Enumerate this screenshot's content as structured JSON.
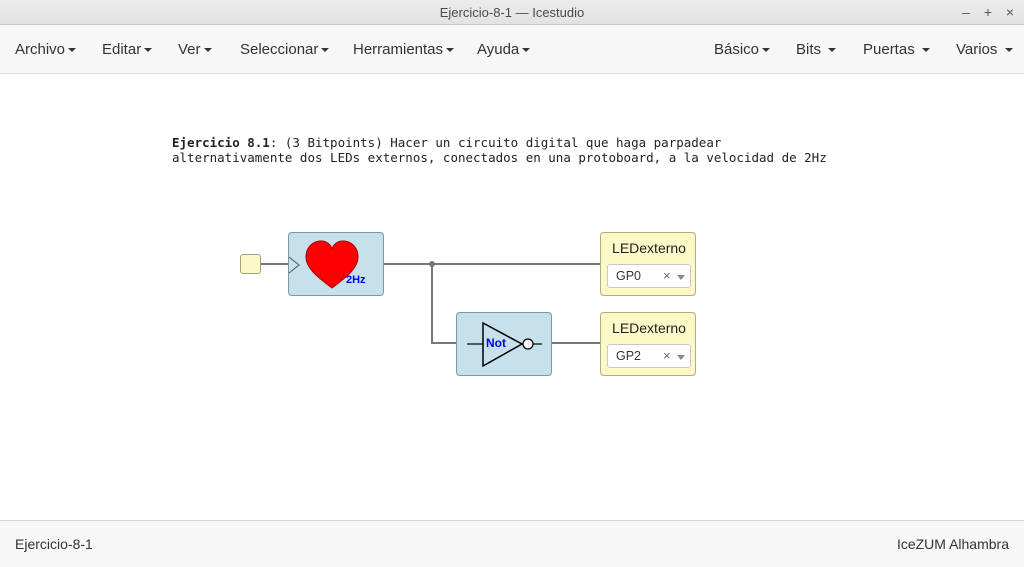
{
  "window": {
    "title": "Ejercicio-8-1 — Icestudio",
    "minimize": "–",
    "maximize": "+",
    "close": "×"
  },
  "menubar": {
    "left": [
      {
        "label": "Archivo"
      },
      {
        "label": "Editar"
      },
      {
        "label": "Ver"
      },
      {
        "label": "Seleccionar"
      },
      {
        "label": "Herramientas"
      },
      {
        "label": "Ayuda"
      }
    ],
    "right": [
      {
        "label": "Básico"
      },
      {
        "label": "Bits"
      },
      {
        "label": "Puertas"
      },
      {
        "label": "Varios"
      }
    ]
  },
  "info": {
    "title": "Ejercicio 8.1",
    "text": ": (3 Bitpoints) Hacer un circuito digital que haga parpadear\nalternativamente dos LEDs externos, conectados en una protoboard, a la velocidad de 2Hz"
  },
  "blocks": {
    "clock_label": "2Hz",
    "not_label": "Not",
    "led1": {
      "label": "LEDexterno",
      "pin": "GP0",
      "clear": "×"
    },
    "led2": {
      "label": "LEDexterno",
      "pin": "GP2",
      "clear": "×"
    }
  },
  "colors": {
    "heart": "#ff0000",
    "block_label": "#0000ff",
    "block_bg": "#c6e0ec",
    "io_bg": "#fcf8c8"
  },
  "footer": {
    "project": "Ejercicio-8-1",
    "board": "IceZUM Alhambra"
  }
}
